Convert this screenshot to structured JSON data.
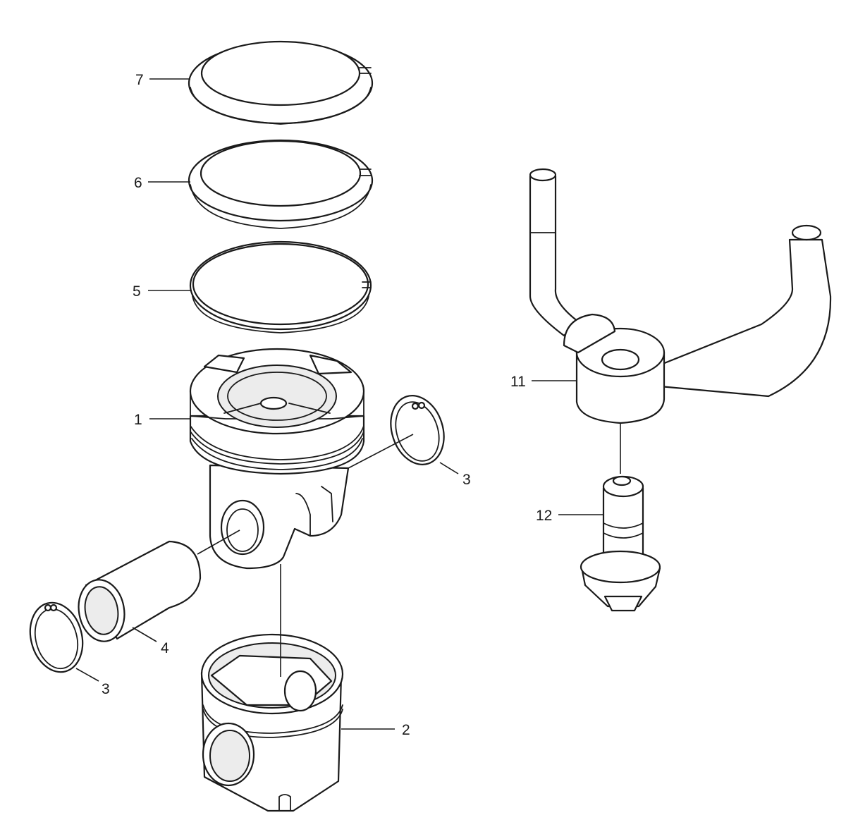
{
  "callouts": {
    "c1": "1",
    "c2": "2",
    "c3a": "3",
    "c3b": "3",
    "c4": "4",
    "c5": "5",
    "c6": "6",
    "c7": "7",
    "c11": "11",
    "c12": "12"
  },
  "colors": {
    "line": "#1a1a1a",
    "background": "#ffffff"
  }
}
